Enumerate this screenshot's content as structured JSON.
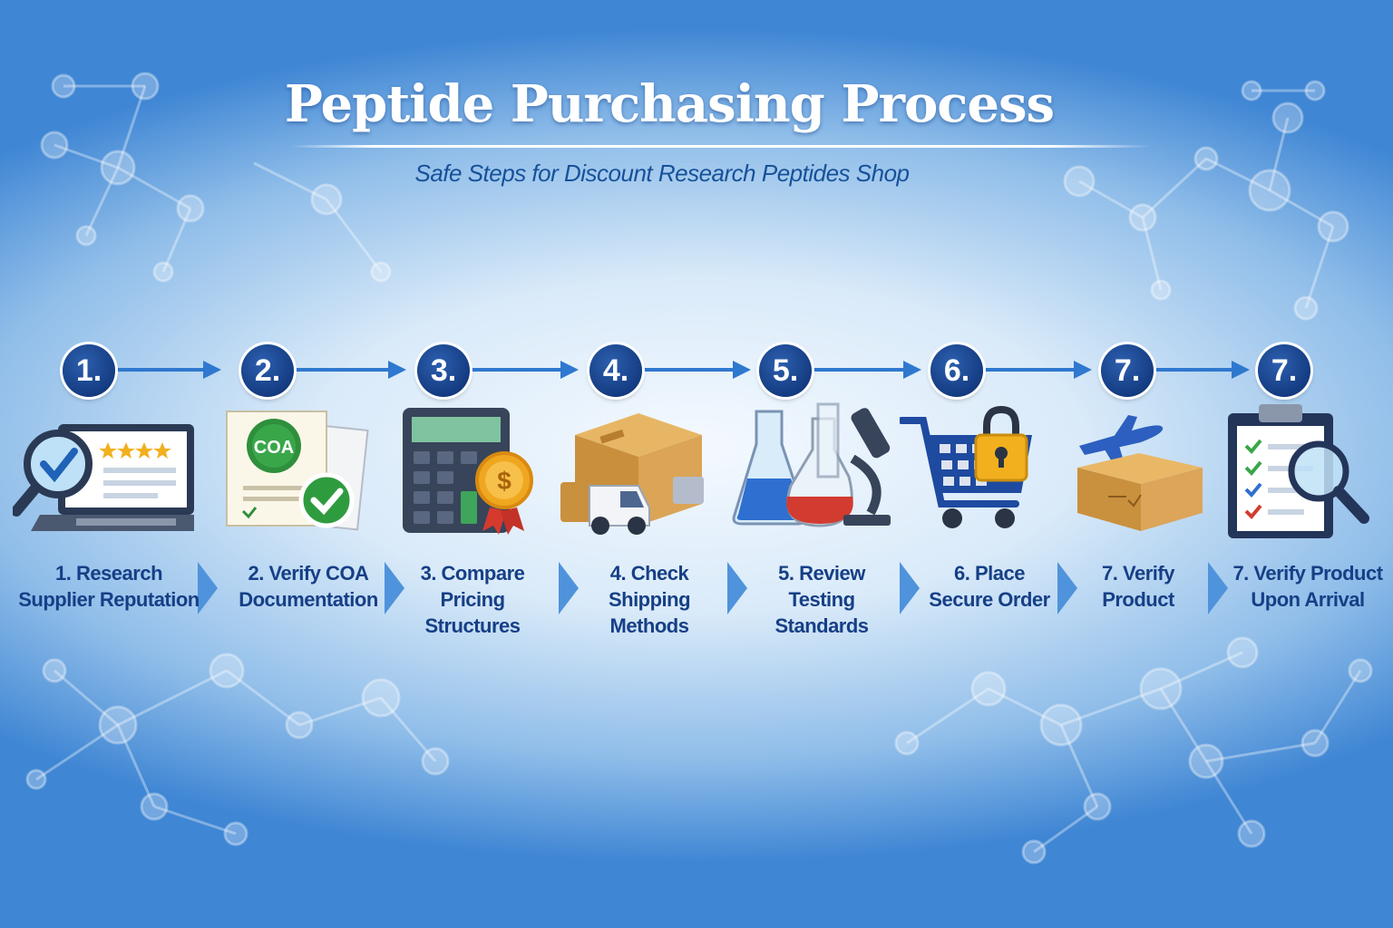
{
  "header": {
    "title": "Peptide Purchasing Process",
    "subtitle": "Safe Steps for Discount Research Peptides Shop"
  },
  "steps": [
    {
      "number": "1.",
      "label": "1. Research Supplier Reputation",
      "icon": "laptop-magnifier-icon"
    },
    {
      "number": "2.",
      "label": "2. Verify COA Documentation",
      "icon": "coa-certificate-icon",
      "icon_text": "COA"
    },
    {
      "number": "3.",
      "label": "3. Compare Pricing Structures",
      "icon": "calculator-dollar-icon"
    },
    {
      "number": "4.",
      "label": "4. Check Shipping Methods",
      "icon": "box-truck-icon"
    },
    {
      "number": "5.",
      "label": "5. Review Testing Standards",
      "icon": "flasks-microscope-icon"
    },
    {
      "number": "6.",
      "label": "6. Place Secure Order",
      "icon": "cart-lock-icon"
    },
    {
      "number": "7.",
      "label": "7. Verify Product",
      "icon": "plane-box-icon"
    },
    {
      "number": "7.",
      "label": "7. Verify Product Upon Arrival",
      "icon": "clipboard-magnifier-icon"
    }
  ],
  "colors": {
    "badge": "#143c82",
    "arrow": "#2f78cf",
    "label": "#163f86",
    "title": "#ffffff"
  }
}
